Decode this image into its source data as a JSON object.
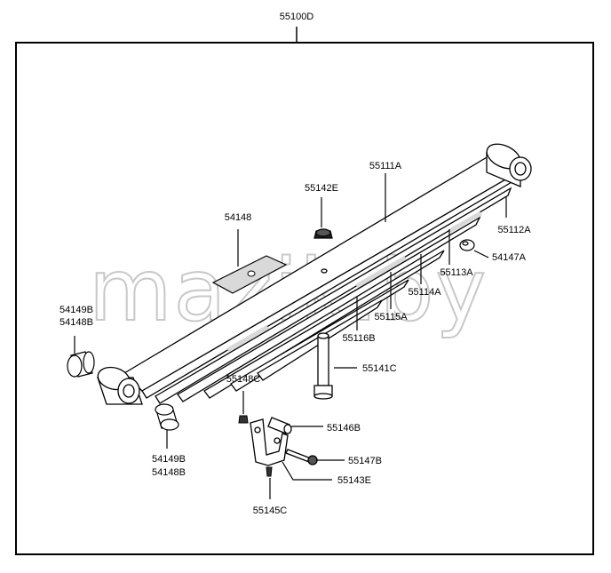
{
  "diagram": {
    "assembly_label": "55100D",
    "watermark_text": "mazik.by",
    "parts": {
      "p55111A": "55111A",
      "p55142E": "55142E",
      "p54148": "54148",
      "p55112A": "55112A",
      "p54147A": "54147A",
      "p55113A": "55113A",
      "p55114A": "55114A",
      "p55115A": "55115A",
      "p55116B": "55116B",
      "p54149B_left": "54149B",
      "p54148B_left": "54148B",
      "p55141C": "55141C",
      "p55148C": "55148C",
      "p55146B": "55146B",
      "p55147B": "55147B",
      "p54149B_bottom": "54149B",
      "p54148B_bottom": "54148B",
      "p55143E": "55143E",
      "p55145C": "55145C"
    },
    "colors": {
      "line": "#000000",
      "fill": "#ffffff",
      "shade": "#d9d9d9",
      "watermark": "#c8c8c8"
    }
  }
}
